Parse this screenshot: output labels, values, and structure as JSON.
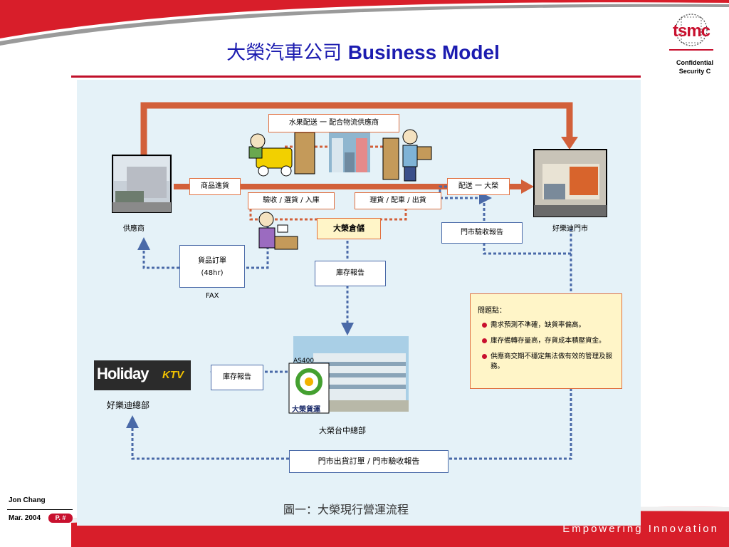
{
  "slide": {
    "title_zh": "大榮汽車公司",
    "title_en": "Business Model",
    "logo_text": "tsmc",
    "confidential_line1": "Confidential",
    "confidential_line2": "Security C",
    "author": "Jon Chang",
    "date": "Mar. 2004",
    "page_label": "P. #",
    "tagline": "Empowering Innovation",
    "colors": {
      "accent_red": "#c8102e",
      "title_blue": "#1c1cb0",
      "flow_orange": "#d2603a",
      "info_blue": "#4a6aa8",
      "panel_bg": "#e5f2f8"
    }
  },
  "diagram": {
    "fruit_delivery_label": "水果配送 一 配合物流供應商",
    "goods_inbound_label": "商品進貨",
    "receive_label": "驗收 / 選貨 / 入庫",
    "pick_label": "理貨 / 配車 / 出貨",
    "delivery_label": "配送 一 大榮",
    "supplier_label": "供應商",
    "store_label": "好樂迪門市",
    "warehouse_label": "大榮倉儲",
    "store_receipt_report": "門市驗收報告",
    "purchase_order": "貨品訂單",
    "purchase_order_hours": "(48hr)",
    "fax_label": "FAX",
    "inventory_report_1": "庫存報告",
    "inventory_report_2": "庫存報告",
    "as400_label": "AS400",
    "hq_label": "大榮台中總部",
    "hq_logo_text": "大榮貨運",
    "holiday_logo_main": "Holiday",
    "holiday_logo_ktv": "KTV",
    "holiday_hq_label": "好樂迪總部",
    "bottom_report": "門市出貨訂單 / 門市驗收報告",
    "issues": {
      "title": "問題點：",
      "items": [
        "需求預測不準確，缺貨率偏高。",
        "庫存備轉存量高，存貨成本積壓資金。",
        "供應商交期不穩定無法做有效的管理及服務。"
      ]
    },
    "figure_caption": "圖一：大榮現行營運流程"
  }
}
